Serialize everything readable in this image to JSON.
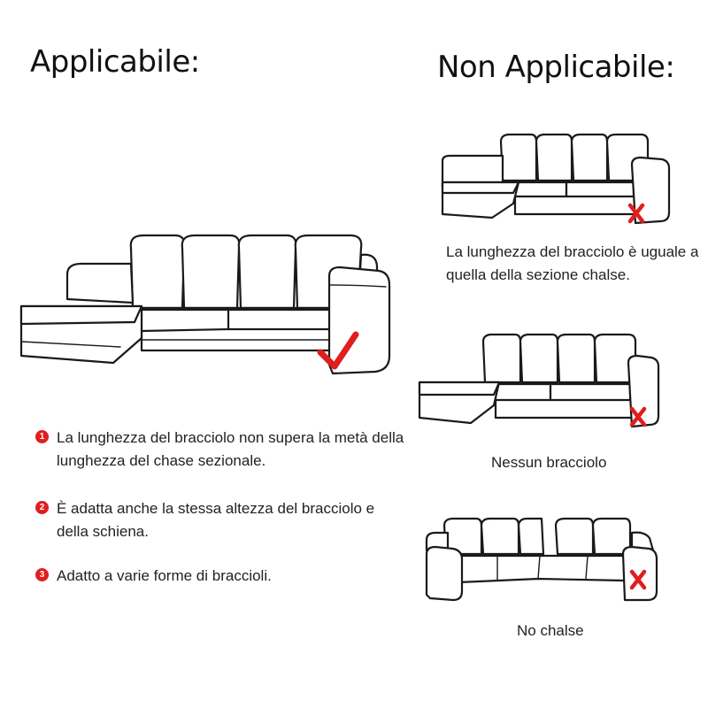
{
  "headings": {
    "applicable": "Applicabile:",
    "not_applicable": "Non Applicabile:"
  },
  "features": [
    {
      "number": "1",
      "text": "La lunghezza del bracciolo non supera la metà della lunghezza del chase sezionale."
    },
    {
      "number": "2",
      "text": "È adatta anche la stessa altezza del bracciolo e della schiena."
    },
    {
      "number": "3",
      "text": "Adatto a varie forme di braccioli."
    }
  ],
  "examples": [
    {
      "caption": "La lunghezza del bracciolo è uguale a quella della sezione chalse.",
      "mark": "x-icon"
    },
    {
      "caption": "Nessun bracciolo",
      "mark": "x-icon"
    },
    {
      "caption": "No chalse",
      "mark": "x-icon"
    }
  ],
  "marks": {
    "applicable": "check-icon"
  },
  "colors": {
    "accent": "#e01e1e",
    "line": "#1a1a1a",
    "text": "#222222"
  }
}
